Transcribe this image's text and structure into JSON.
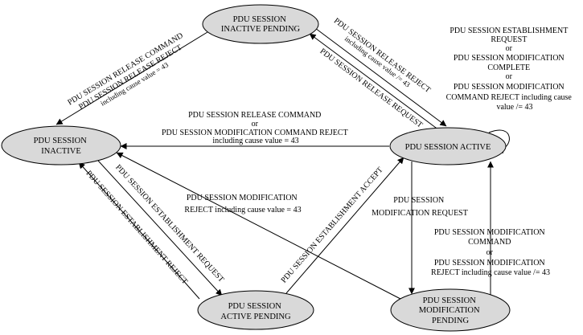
{
  "states": {
    "inactive": [
      "PDU SESSION",
      "INACTIVE"
    ],
    "inactive_pending": [
      "PDU SESSION",
      "INACTIVE PENDING"
    ],
    "active": [
      "PDU SESSION ACTIVE"
    ],
    "active_pending": [
      "PDU SESSION",
      "ACTIVE PENDING"
    ],
    "modification_pending": [
      "PDU SESSION",
      "MODIFICATION",
      "PENDING"
    ]
  },
  "labels": {
    "inactive_pending_to_inactive": [
      "PDU SESSION RELEASE COMMAND",
      "PDU SESSION RELEASE REJECT",
      "including cause value = 43"
    ],
    "inactive_pending_to_active": [
      "PDU SESSION RELEASE REJECT",
      "including cause value /= 43"
    ],
    "active_to_inactive_pending": [
      "PDU SESSION RELEASE REQUEST"
    ],
    "active_self_loop": [
      "PDU SESSION ESTABLISHMENT",
      "REQUEST",
      "or",
      "PDU SESSION MODIFICATION",
      "COMPLETE",
      "or",
      "PDU SESSION MODIFICATION",
      "COMMAND REJECT including cause",
      "value /= 43"
    ],
    "active_to_inactive": [
      "PDU SESSION RELEASE COMMAND",
      "or",
      "PDU SESSION MODIFICATION COMMAND REJECT",
      "including cause value = 43"
    ],
    "modification_pending_to_inactive": [
      "PDU SESSION MODIFICATION",
      "REJECT including cause value = 43"
    ],
    "active_to_modification_pending": [
      "PDU SESSION",
      "MODIFICATION REQUEST"
    ],
    "modification_pending_to_active": [
      "PDU SESSION MODIFICATION",
      "COMMAND",
      "or",
      "PDU SESSION MODIFICATION",
      "REJECT including cause value /= 43"
    ],
    "inactive_to_active_pending": [
      "PDU SESSION ESTABLISHMENT REQUEST"
    ],
    "active_pending_to_inactive": [
      "PDU SESSION ESTABLISHMENT REJECT"
    ],
    "active_pending_to_active": [
      "PDU SESSION ESTABLISHMENT ACCEPT"
    ]
  }
}
